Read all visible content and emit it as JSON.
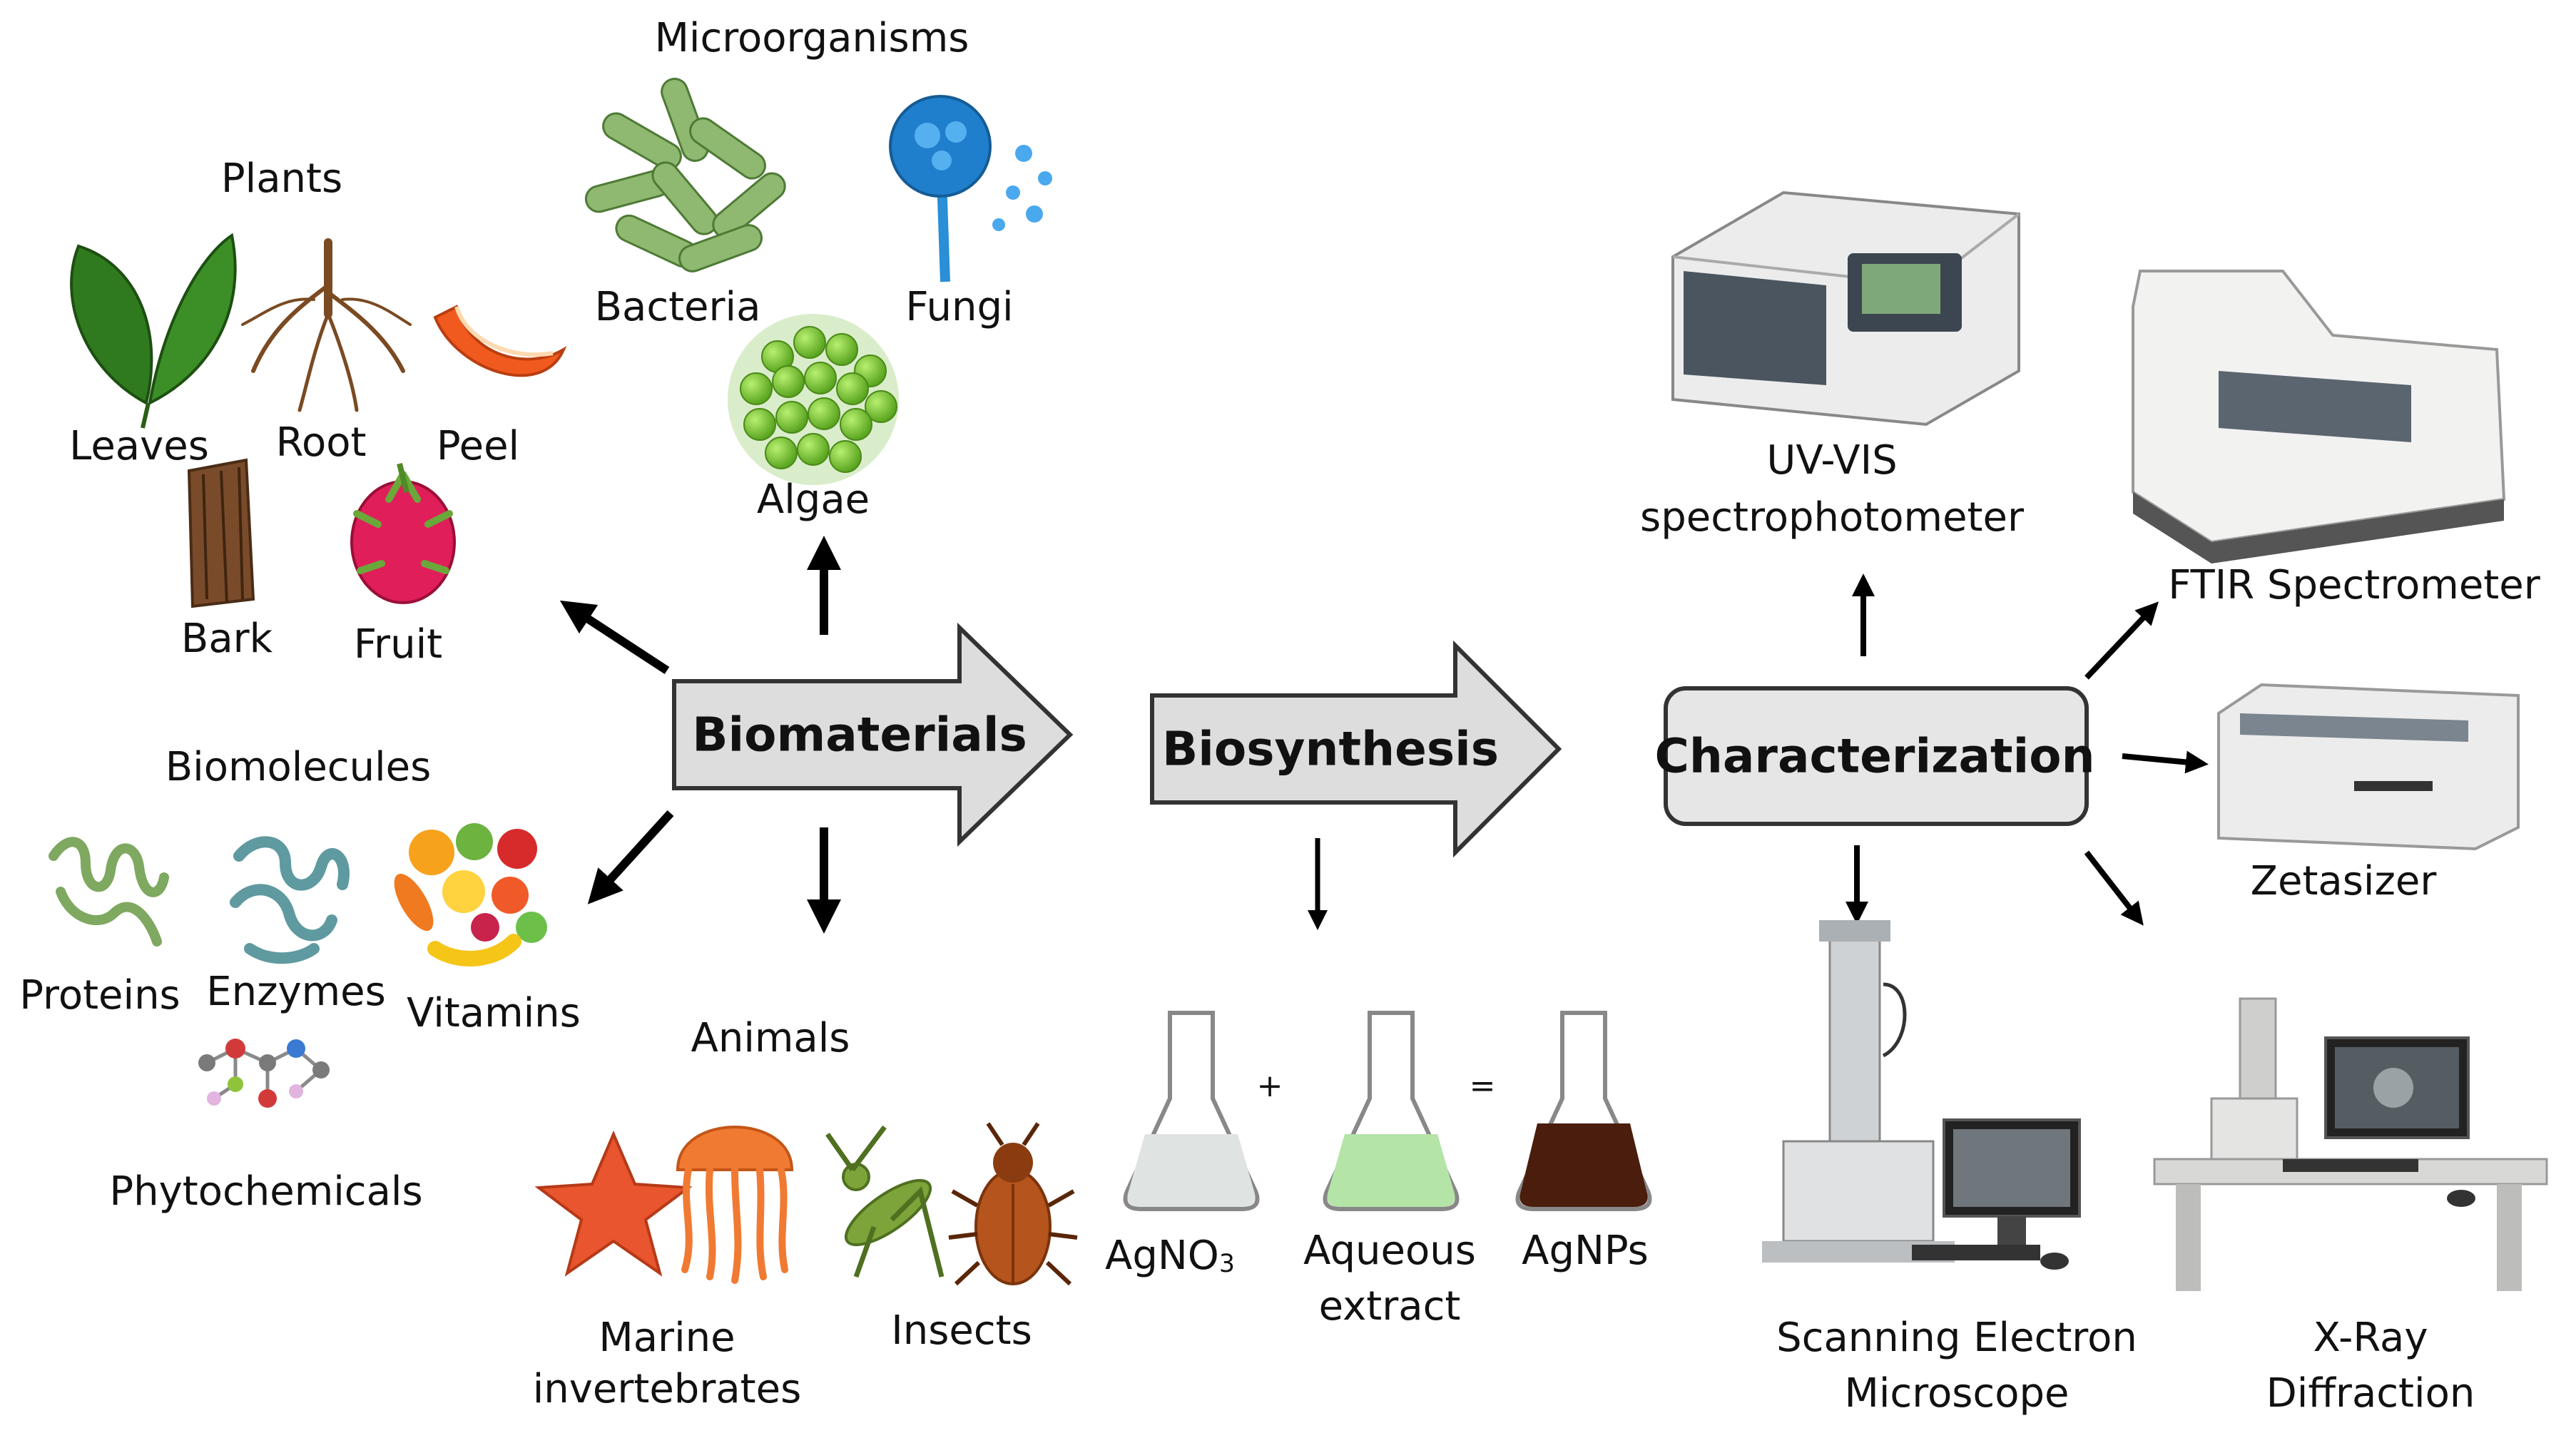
{
  "groups": {
    "plants": {
      "title": "Plants",
      "items": [
        "Leaves",
        "Root",
        "Peel",
        "Bark",
        "Fruit"
      ]
    },
    "microorganisms": {
      "title": "Microorganisms",
      "items": [
        "Bacteria",
        "Fungi",
        "Algae"
      ]
    },
    "biomolecules": {
      "title": "Biomolecules",
      "items": [
        "Proteins",
        "Enzymes",
        "Vitamins",
        "Phytochemicals"
      ]
    },
    "animals": {
      "title": "Animals",
      "items": [
        "Marine invertebrates",
        "Insects"
      ]
    }
  },
  "process": {
    "biomaterials": "Biomaterials",
    "biosynthesis": "Biosynthesis",
    "characterization": "Characterization"
  },
  "reaction": {
    "reagent": "AgNO",
    "reagent_sub": "3",
    "plus": "+",
    "equals": "=",
    "extract_line1": "Aqueous",
    "extract_line2": "extract",
    "product": "AgNPs"
  },
  "instruments": {
    "uvvis_line1": "UV-VIS",
    "uvvis_line2": "spectrophotometer",
    "ftir": "FTIR Spectrometer",
    "zetasizer": "Zetasizer",
    "sem_line1": "Scanning Electron",
    "sem_line2": "Microscope",
    "xrd_line1": "X-Ray",
    "xrd_line2": "Diffraction"
  },
  "colors": {
    "arrow_fill": "#dddddd",
    "box_fill": "#e6e6e6",
    "outline": "#333333",
    "leaf": "#2f7a1e",
    "algae": "#7cc430",
    "bacteria": "#8fb870",
    "fungi": "#2a8fd6",
    "starfish": "#e8552e",
    "jelly": "#f07a32",
    "beetle": "#b5541c",
    "grasshopper": "#7da43a",
    "silver": "#dfe3e2",
    "extract": "#b4e4a6",
    "agnp": "#4a1d0c"
  }
}
